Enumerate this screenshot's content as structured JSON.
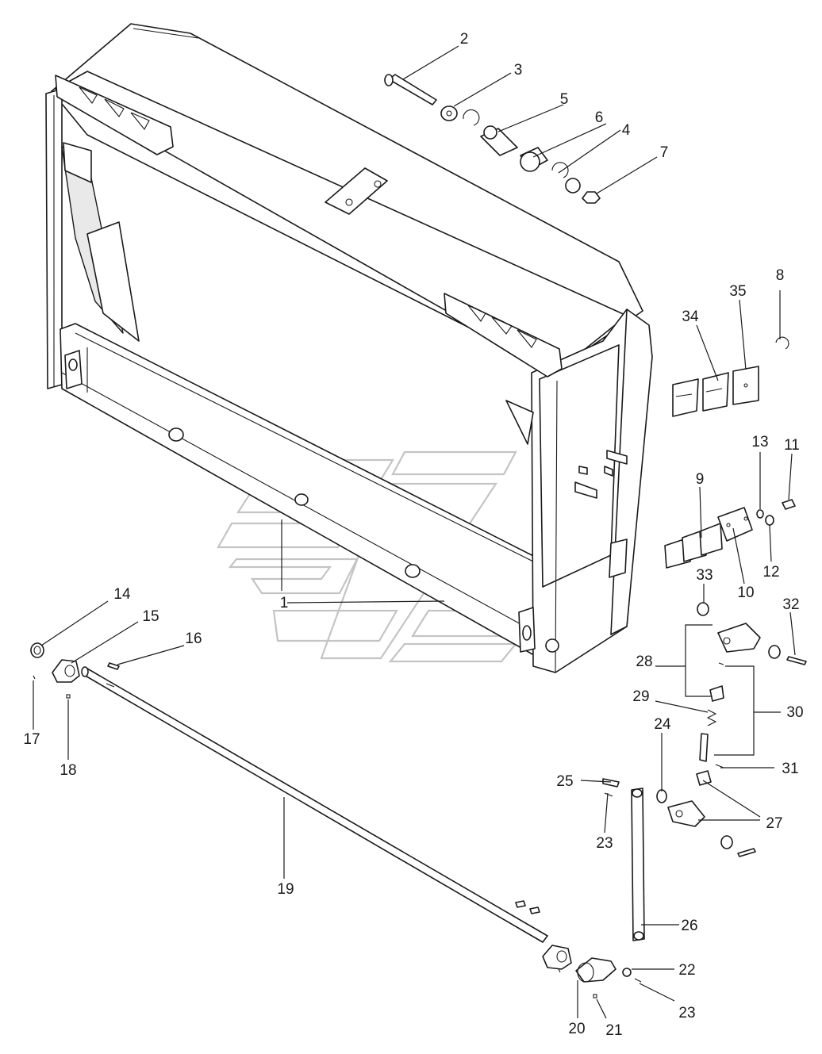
{
  "diagram": {
    "callouts": [
      "1",
      "2",
      "3",
      "4",
      "5",
      "6",
      "7",
      "8",
      "9",
      "10",
      "11",
      "12",
      "13",
      "14",
      "15",
      "16",
      "17",
      "18",
      "19",
      "20",
      "21",
      "22",
      "23",
      "23",
      "24",
      "25",
      "26",
      "27",
      "28",
      "29",
      "30",
      "31",
      "32",
      "33",
      "34",
      "35"
    ]
  },
  "colors": {
    "line": "#1a1a1a",
    "fill": "#ffffff",
    "shade": "#e9e9e9",
    "watermark": "#c4c4c4"
  }
}
